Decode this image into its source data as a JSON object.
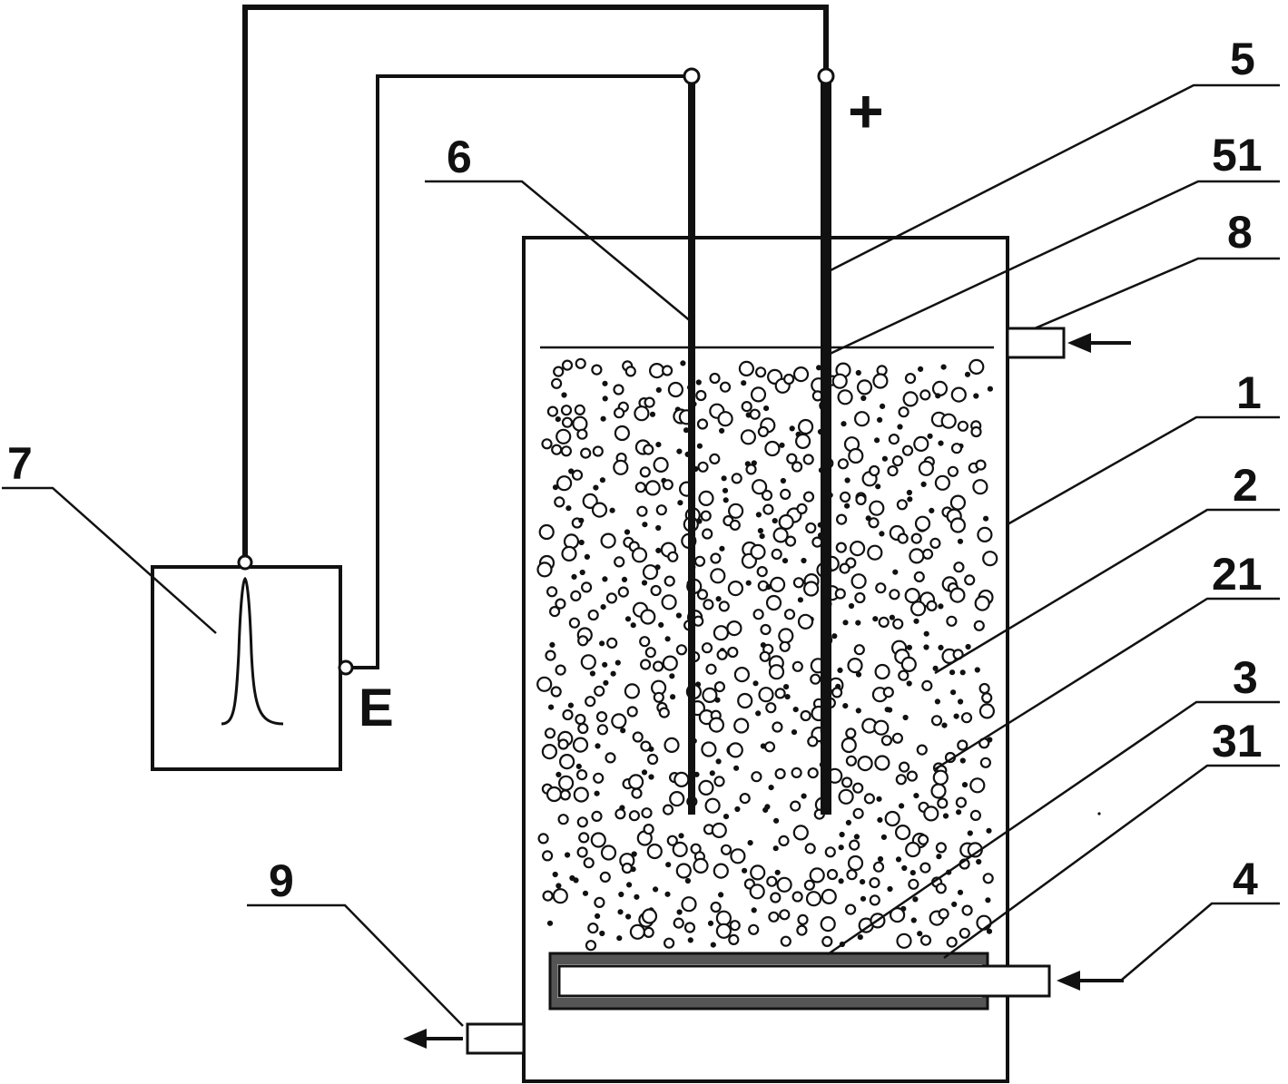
{
  "labels": {
    "n1": "1",
    "n2": "2",
    "n21": "21",
    "n3": "3",
    "n31": "31",
    "n4": "4",
    "n5": "5",
    "n51": "51",
    "n6": "6",
    "n7": "7",
    "n8": "8",
    "n9": "9",
    "plus": "+",
    "e": "E"
  },
  "colors": {
    "ink": "#111111",
    "paper": "#ffffff",
    "membrane": "#444444"
  }
}
